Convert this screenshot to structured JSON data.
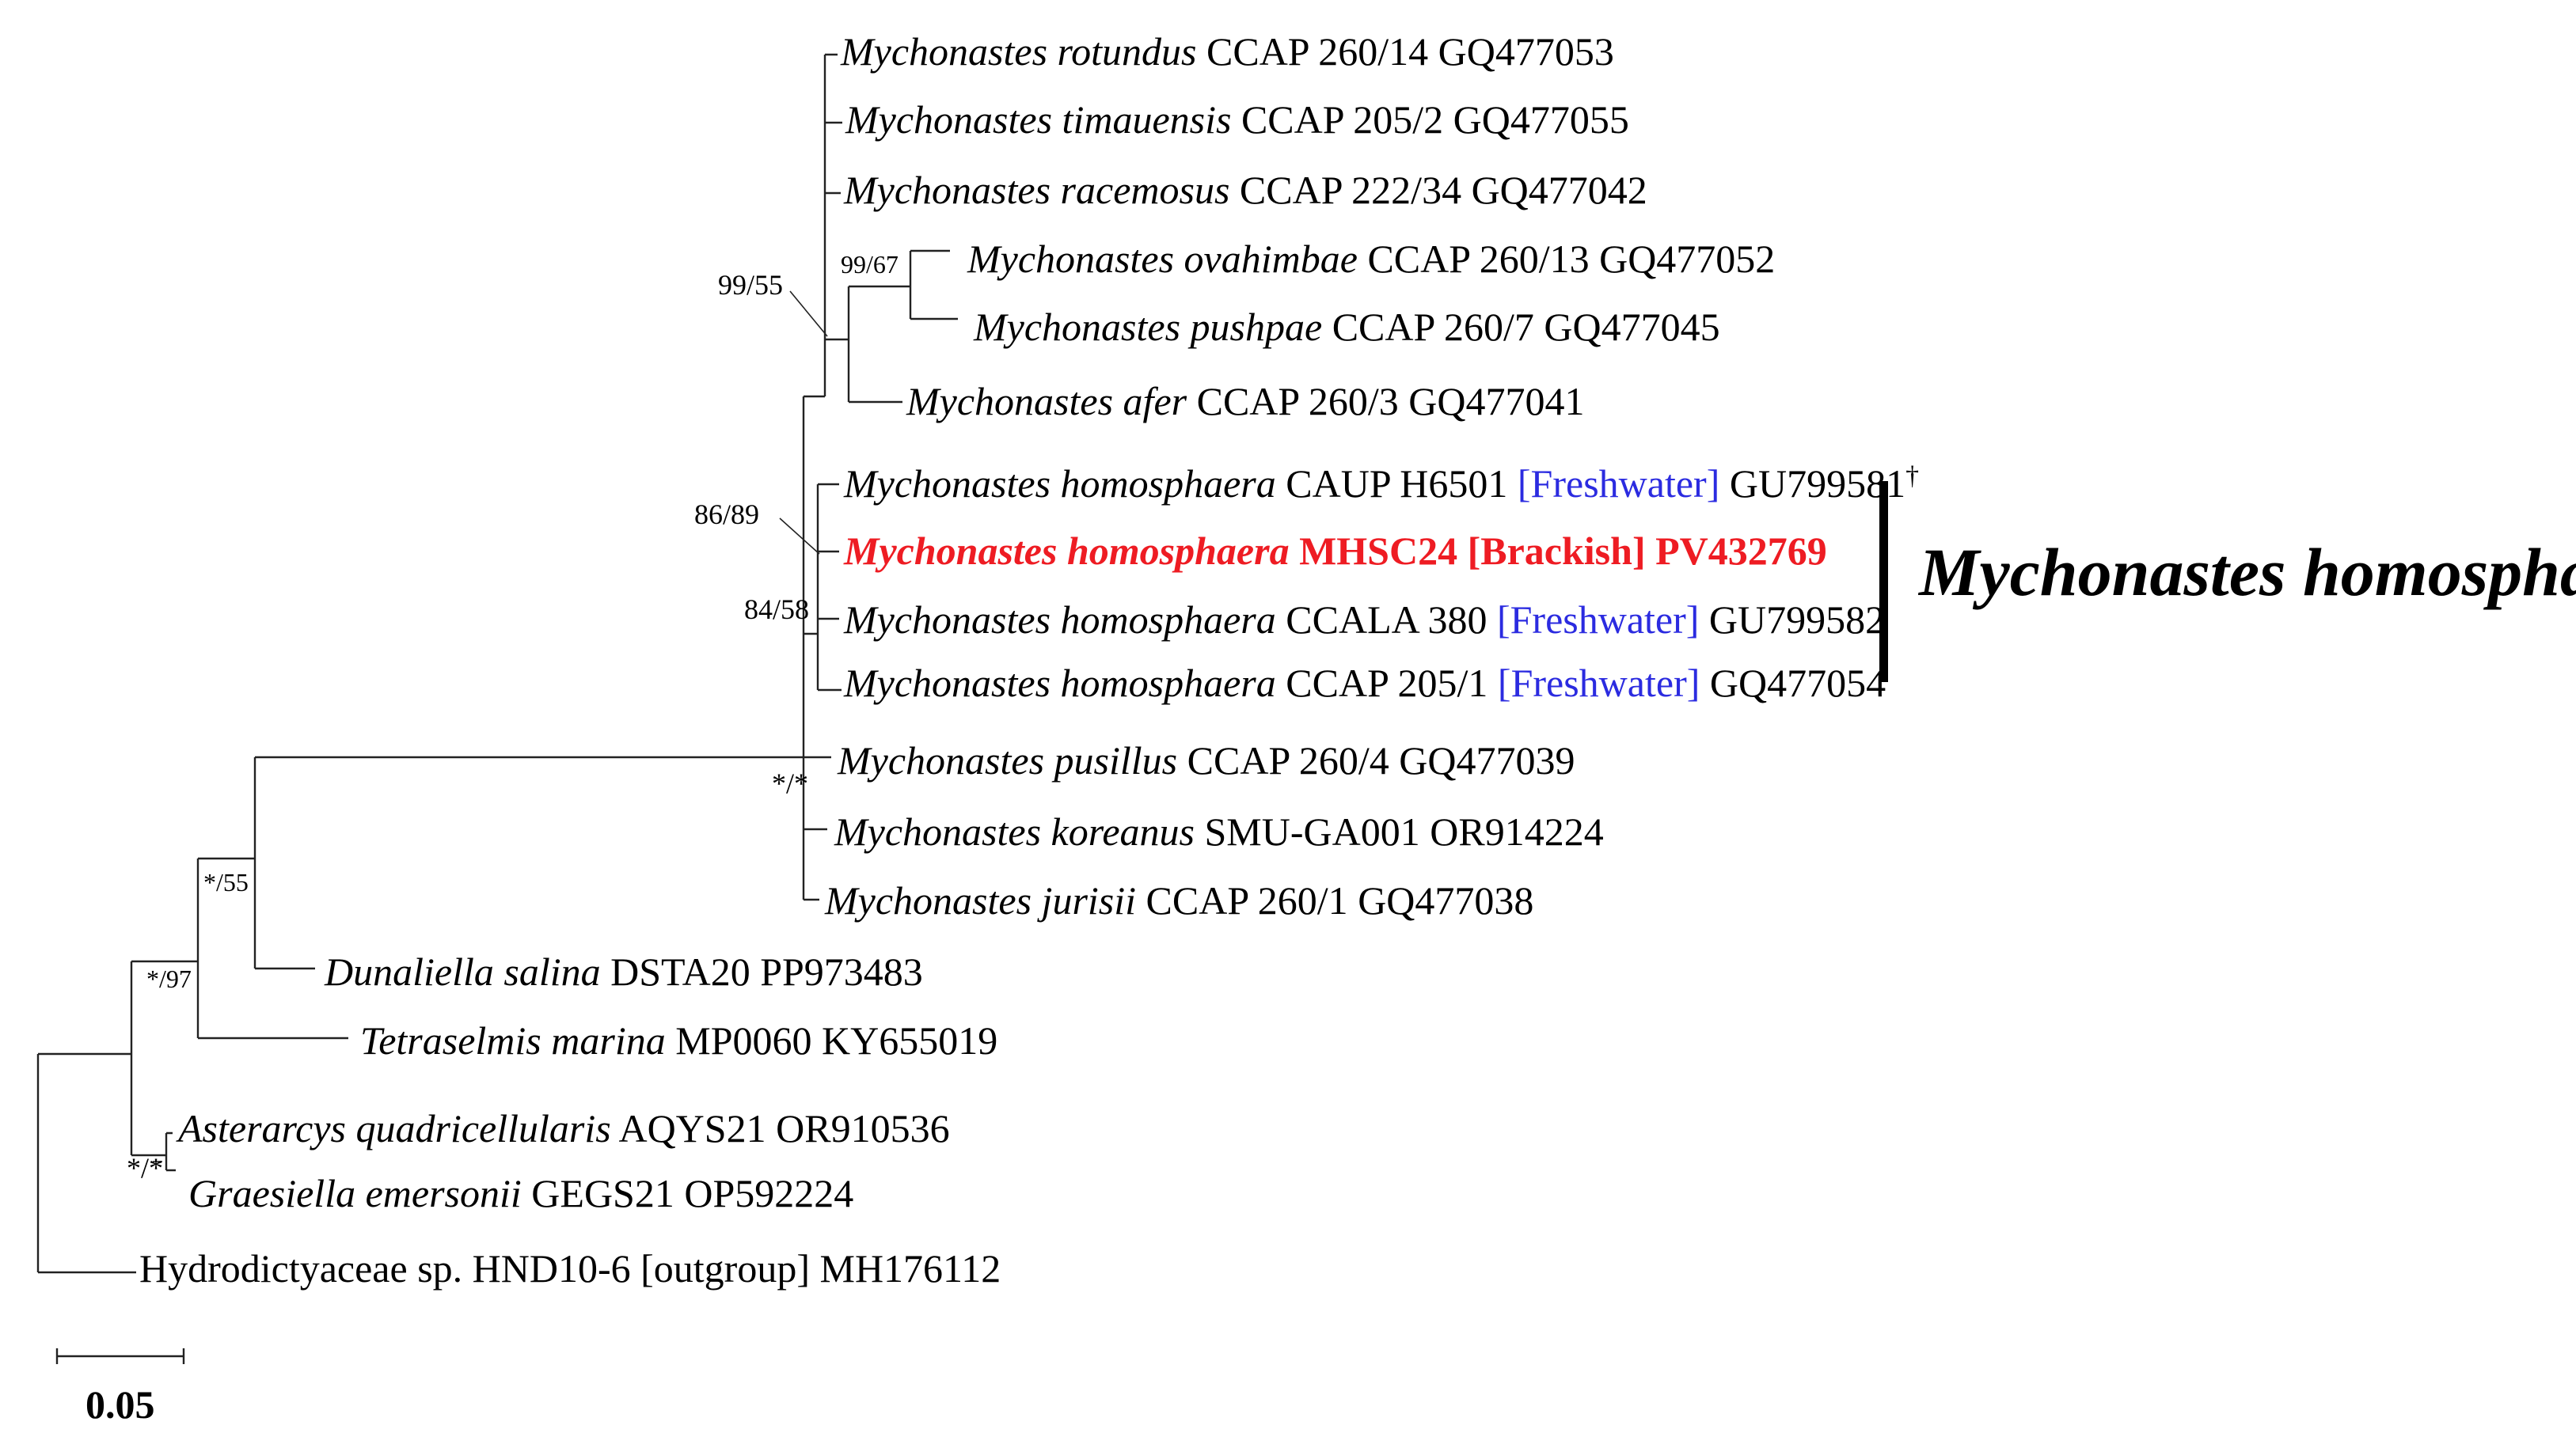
{
  "taxa": [
    {
      "genus": "Mychonastes",
      "species": "rotundus",
      "strain": "CCAP 260/14",
      "habitat": "",
      "accession": "GQ477053",
      "mark": ""
    },
    {
      "genus": "Mychonastes",
      "species": "timauensis",
      "strain": "CCAP 205/2",
      "habitat": "",
      "accession": "GQ477055",
      "mark": ""
    },
    {
      "genus": "Mychonastes",
      "species": "racemosus",
      "strain": "CCAP 222/34",
      "habitat": "",
      "accession": "GQ477042",
      "mark": ""
    },
    {
      "genus": "Mychonastes",
      "species": "ovahimbae",
      "strain": "CCAP 260/13",
      "habitat": "",
      "accession": "GQ477052",
      "mark": ""
    },
    {
      "genus": "Mychonastes",
      "species": "pushpae",
      "strain": "CCAP 260/7",
      "habitat": "",
      "accession": "GQ477045",
      "mark": ""
    },
    {
      "genus": "Mychonastes",
      "species": "afer",
      "strain": "CCAP 260/3",
      "habitat": "",
      "accession": "GQ477041",
      "mark": ""
    },
    {
      "genus": "Mychonastes",
      "species": "homosphaera",
      "strain": "CAUP H6501",
      "habitat": "[Freshwater]",
      "accession": "GU799581",
      "mark": "†"
    },
    {
      "genus": "Mychonastes",
      "species": "homosphaera",
      "strain": "MHSC24",
      "habitat": "[Brackish]",
      "accession": "PV432769",
      "mark": ""
    },
    {
      "genus": "Mychonastes",
      "species": "homosphaera",
      "strain": "CCALA 380",
      "habitat": "[Freshwater]",
      "accession": "GU799582",
      "mark": ""
    },
    {
      "genus": "Mychonastes",
      "species": "homosphaera",
      "strain": "CCAP 205/1",
      "habitat": "[Freshwater]",
      "accession": "GQ477054",
      "mark": ""
    },
    {
      "genus": "Mychonastes",
      "species": "pusillus",
      "strain": "CCAP 260/4",
      "habitat": "",
      "accession": "GQ477039",
      "mark": ""
    },
    {
      "genus": "Mychonastes",
      "species": "koreanus",
      "strain": "SMU-GA001",
      "habitat": "",
      "accession": "OR914224",
      "mark": ""
    },
    {
      "genus": "Mychonastes",
      "species": "jurisii",
      "strain": "CCAP 260/1",
      "habitat": "",
      "accession": "GQ477038",
      "mark": ""
    },
    {
      "genus": "Dunaliella",
      "species": "salina",
      "strain": "DSTA20",
      "habitat": "",
      "accession": "PP973483",
      "mark": ""
    },
    {
      "genus": "Tetraselmis",
      "species": "marina",
      "strain": "MP0060",
      "habitat": "",
      "accession": "KY655019",
      "mark": ""
    },
    {
      "genus": "Asterarcys",
      "species": "quadricellularis",
      "strain": "AQYS21",
      "habitat": "",
      "accession": "OR910536",
      "mark": ""
    },
    {
      "genus": "Graesiella",
      "species": "emersonii",
      "strain": "GEGS21",
      "habitat": "",
      "accession": "OP592224",
      "mark": ""
    },
    {
      "genus": "",
      "species": "",
      "strain": "Hydrodictyaceae sp. HND10-6 [outgroup]",
      "habitat": "",
      "accession": "MH176112",
      "mark": ""
    }
  ],
  "support_values": [
    "99/55",
    "99/67",
    "86/89",
    "84/58",
    "*/*",
    "*/55",
    "*/97",
    "*/*"
  ],
  "clade_label": "Mychonastes homosphaera",
  "scale_bar": {
    "label": "0.05",
    "value": 0.05
  },
  "colors": {
    "highlight": "#ee1c23",
    "habitat": "#2b2be0",
    "text": "#000000"
  }
}
